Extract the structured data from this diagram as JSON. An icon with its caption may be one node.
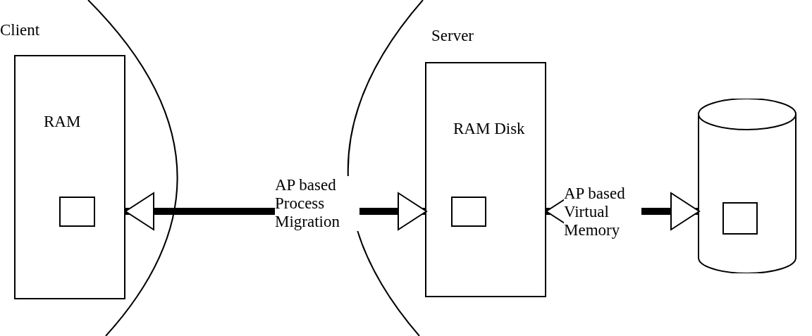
{
  "diagram": {
    "nodes": [
      {
        "text": [
          "RAM"
        ]
      },
      {
        "text": [],
        "shape": "box",
        "in": 0
      },
      {
        "text": [
          "RAM Disk"
        ]
      },
      {
        "text": [],
        "shape": "box",
        "in": 2
      },
      {
        "text": [],
        "shape": "cylinder"
      },
      {
        "text": [],
        "shape": "box",
        "in": 4
      }
    ],
    "edges": [
      {
        "from": 0,
        "to": 2,
        "arrow": "both",
        "label": "AP based Process Migration"
      },
      {
        "from": 2,
        "to": 4,
        "arrow": "both",
        "label": "AP based Virtual Memory"
      }
    ],
    "labels": [
      "Client",
      "Server"
    ]
  }
}
